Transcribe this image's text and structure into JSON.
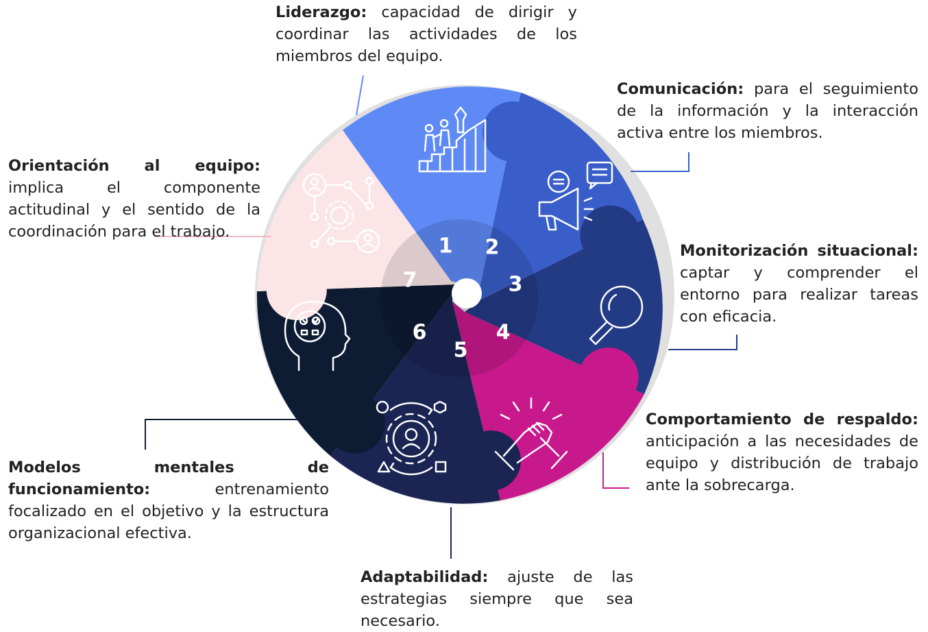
{
  "segments": [
    {
      "number": "1",
      "color": "#5f8af6",
      "icon": "leadership-climb-icon",
      "title": "Liderazgo:",
      "text": " capacidad de dirigir y coordinar las actividades de los miembros del equipo."
    },
    {
      "number": "2",
      "color": "#3a5ec9",
      "icon": "communication-megaphone-icon",
      "title": "Comunicación:",
      "text": " para el seguimiento de la información y la interacción activa entre los miembros."
    },
    {
      "number": "3",
      "color": "#233a85",
      "icon": "magnifier-icon",
      "title": "Monitorización situacional:",
      "text": " captar y comprender el entorno para realizar tareas con eficacia."
    },
    {
      "number": "4",
      "color": "#c8198c",
      "icon": "handshake-icon",
      "title": "Comportamiento de respaldo:",
      "text": " anticipación a las necesidades de equipo y distribución de trabajo ante la sobrecarga."
    },
    {
      "number": "5",
      "color": "#1b2553",
      "icon": "gear-person-cycle-icon",
      "title": "Adaptabilidad:",
      "text": " ajuste de las estrategias siempre que sea necesario."
    },
    {
      "number": "6",
      "color": "#0d1b33",
      "icon": "head-mind-icon",
      "title": "Modelos mentales de funcionamiento:",
      "text": " entrenamiento focalizado en el objetivo y la estructura organizacional efectiva."
    },
    {
      "number": "7",
      "color": "#fbe5e7",
      "icon": "team-network-icon",
      "title": "Orientación al equipo:",
      "text": " implica el componente actitudinal y el sentido de la coordinación para el trabajo."
    }
  ]
}
